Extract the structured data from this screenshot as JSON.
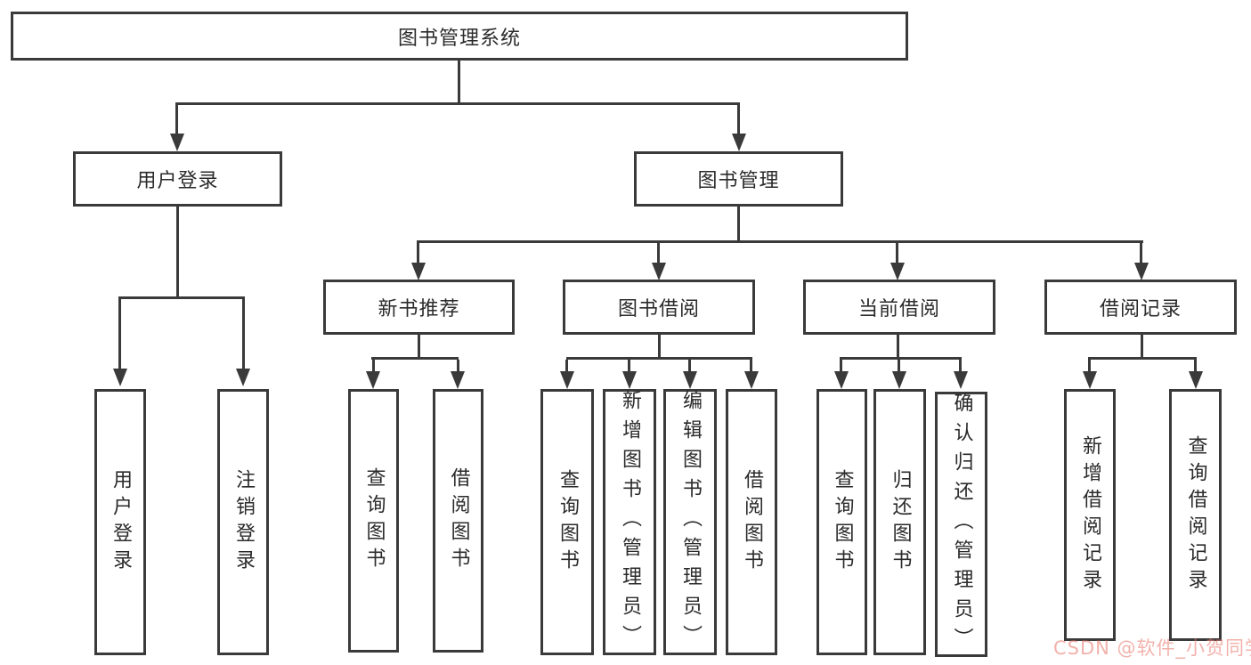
{
  "tree": {
    "label": "图书管理系统",
    "children": [
      {
        "label": "用户登录",
        "children": [
          {
            "label": "用户登录"
          },
          {
            "label": "注销登录"
          }
        ]
      },
      {
        "label": "图书管理",
        "children": [
          {
            "label": "新书推荐",
            "children": [
              {
                "label": "查询图书"
              },
              {
                "label": "借阅图书"
              }
            ]
          },
          {
            "label": "图书借阅",
            "children": [
              {
                "label": "查询图书"
              },
              {
                "label": "新增图书（管理员）"
              },
              {
                "label": "编辑图书（管理员）"
              },
              {
                "label": "借阅图书"
              }
            ]
          },
          {
            "label": "当前借阅",
            "children": [
              {
                "label": "查询图书"
              },
              {
                "label": "归还图书"
              },
              {
                "label": "确认归还（管理员）"
              }
            ]
          },
          {
            "label": "借阅记录",
            "children": [
              {
                "label": "新增借阅记录"
              },
              {
                "label": "查询借阅记录"
              }
            ]
          }
        ]
      }
    ]
  },
  "watermark": {
    "text": "CSDN @软件_小贺同学",
    "color": "#e97d73"
  },
  "colors": {
    "line": "#3a3a3a",
    "text": "#2b2b2b",
    "background": "#ffffff"
  }
}
